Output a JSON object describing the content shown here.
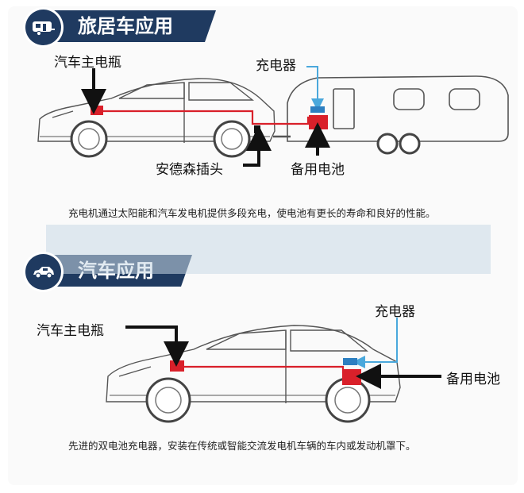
{
  "sections": [
    {
      "title": "旅居车应用",
      "icon": "caravan-icon",
      "labels": {
        "main_battery": "汽车主电瓶",
        "charger": "充电器",
        "anderson_plug": "安德森插头",
        "backup_battery": "备用电池"
      },
      "caption": "充电机通过太阳能和汽车发电机提供多段充电，使电池有更长的寿命和良好的性能。"
    },
    {
      "title": "汽车应用",
      "icon": "car-icon",
      "labels": {
        "main_battery": "汽车主电瓶",
        "charger": "充电器",
        "backup_battery": "备用电池"
      },
      "caption": "先进的双电池充电器，安装在传统或智能交流发电机车辆的车内或发动机罩下。"
    }
  ],
  "colors": {
    "header_bg": "#1f3a60",
    "battery": "#d9202a",
    "wire_red": "#d9202a",
    "wire_blue": "#4aa8dc",
    "charger": "#2d7fc1"
  }
}
